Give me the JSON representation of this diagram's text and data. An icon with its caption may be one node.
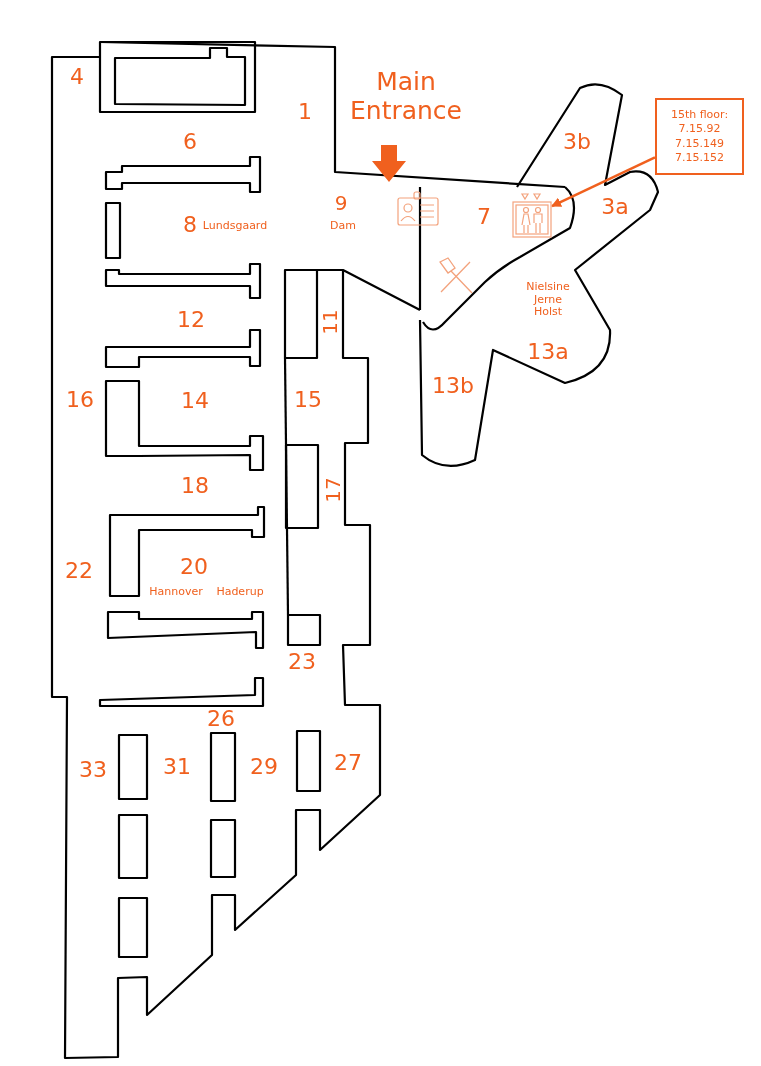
{
  "diagram": {
    "nodes": [
      {
        "text": [
          "15th floor:",
          "7.15.92",
          "7.15.149",
          "7.15.152"
        ]
      },
      {
        "text": [],
        "shape": "picture"
      }
    ],
    "edges": [
      {
        "from": 0,
        "to": 1,
        "arrow": "to"
      }
    ],
    "labels": [
      "4",
      "Main Entrance",
      "1",
      "6",
      "3b",
      "9",
      "Dam",
      "7",
      "3a",
      "8",
      "Lundsgaard",
      "Nielsine Jerne Holst",
      "12",
      "11",
      "13a",
      "16",
      "14",
      "15",
      "13b",
      "18",
      "17",
      "22",
      "20",
      "Hannover",
      "Haderup",
      "23",
      "26",
      "33",
      "31",
      "29",
      "27"
    ]
  }
}
